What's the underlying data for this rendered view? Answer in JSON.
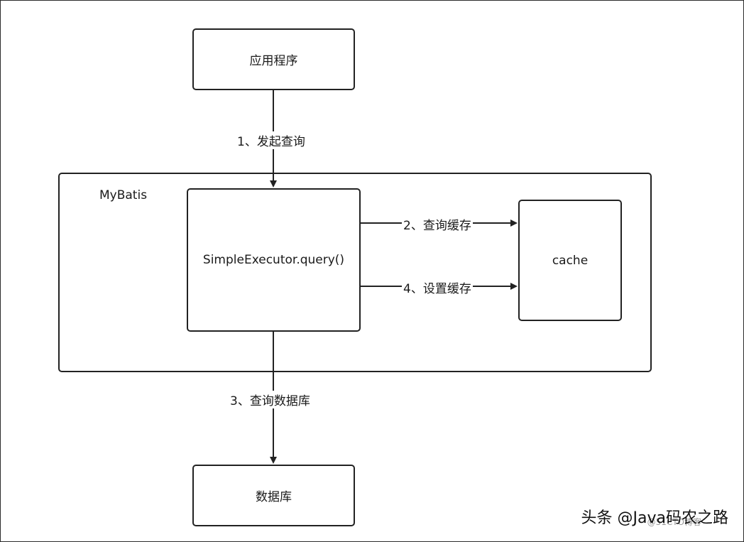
{
  "nodes": {
    "app": "应用程序",
    "mybatis": "MyBatis",
    "executor": "SimpleExecutor.query()",
    "cache": "cache",
    "database": "数据库"
  },
  "edges": {
    "step1": "1、发起查询",
    "step2": "2、查询缓存",
    "step3": "3、查询数据库",
    "step4": "4、设置缓存"
  },
  "watermark": {
    "main": "头条 @Java码农之路",
    "sub": "@51CTO博客"
  }
}
